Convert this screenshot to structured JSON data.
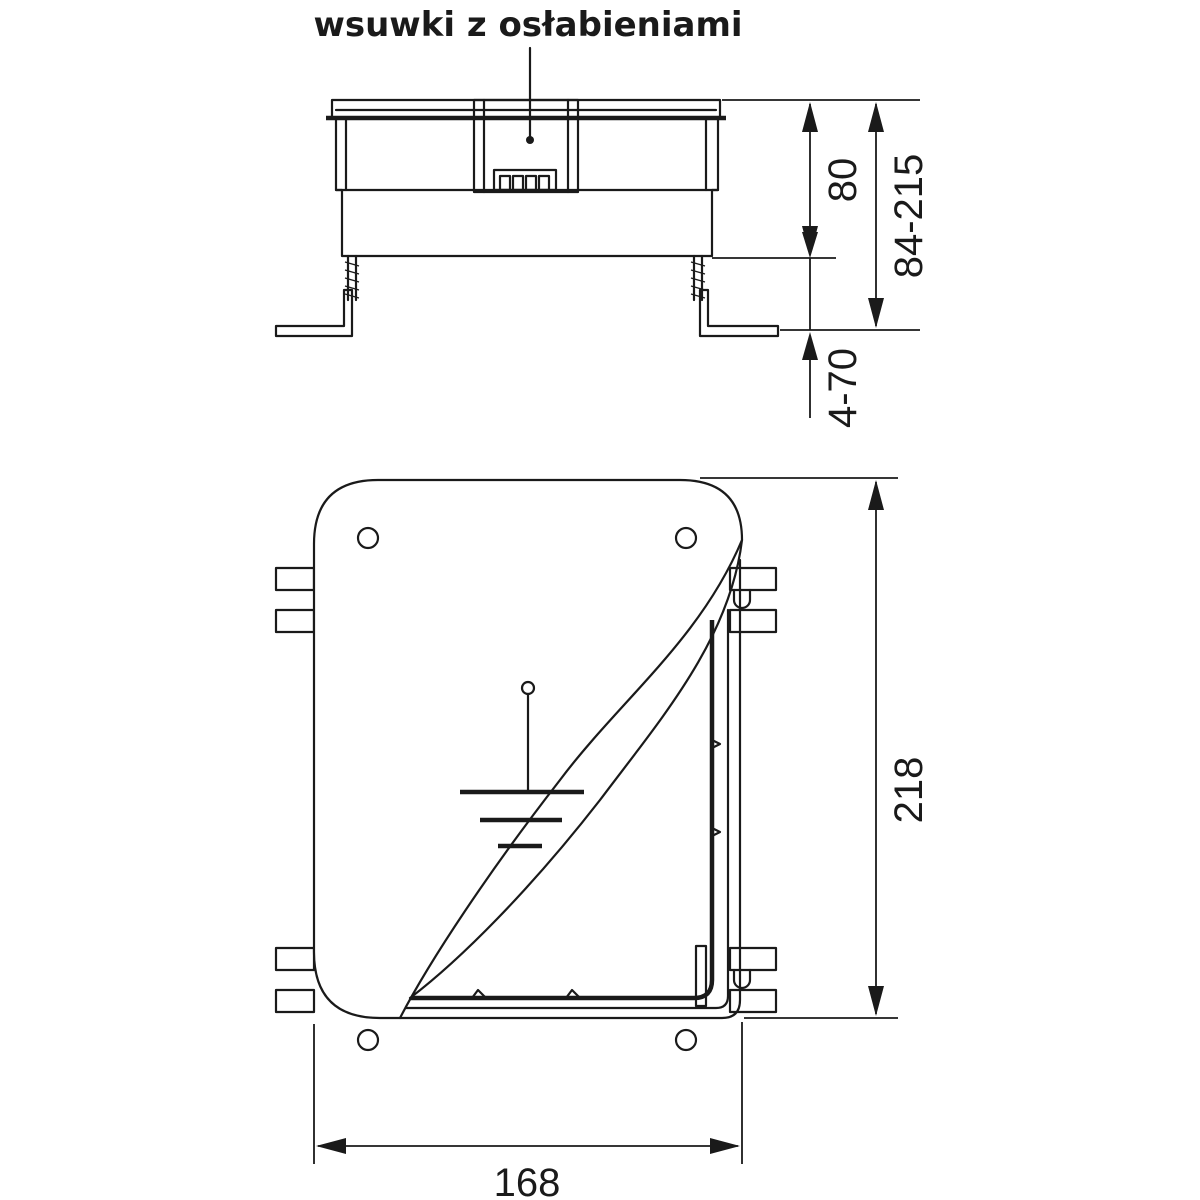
{
  "annotation": {
    "text": "wsuwki z osłabieniami"
  },
  "dimensions": {
    "depth_box": "80",
    "depth_total": "84-215",
    "foot_adjust": "4-70",
    "height_plan": "218",
    "width_plan": "168"
  },
  "colors": {
    "line": "#1a1a1a",
    "background": "#ffffff"
  }
}
